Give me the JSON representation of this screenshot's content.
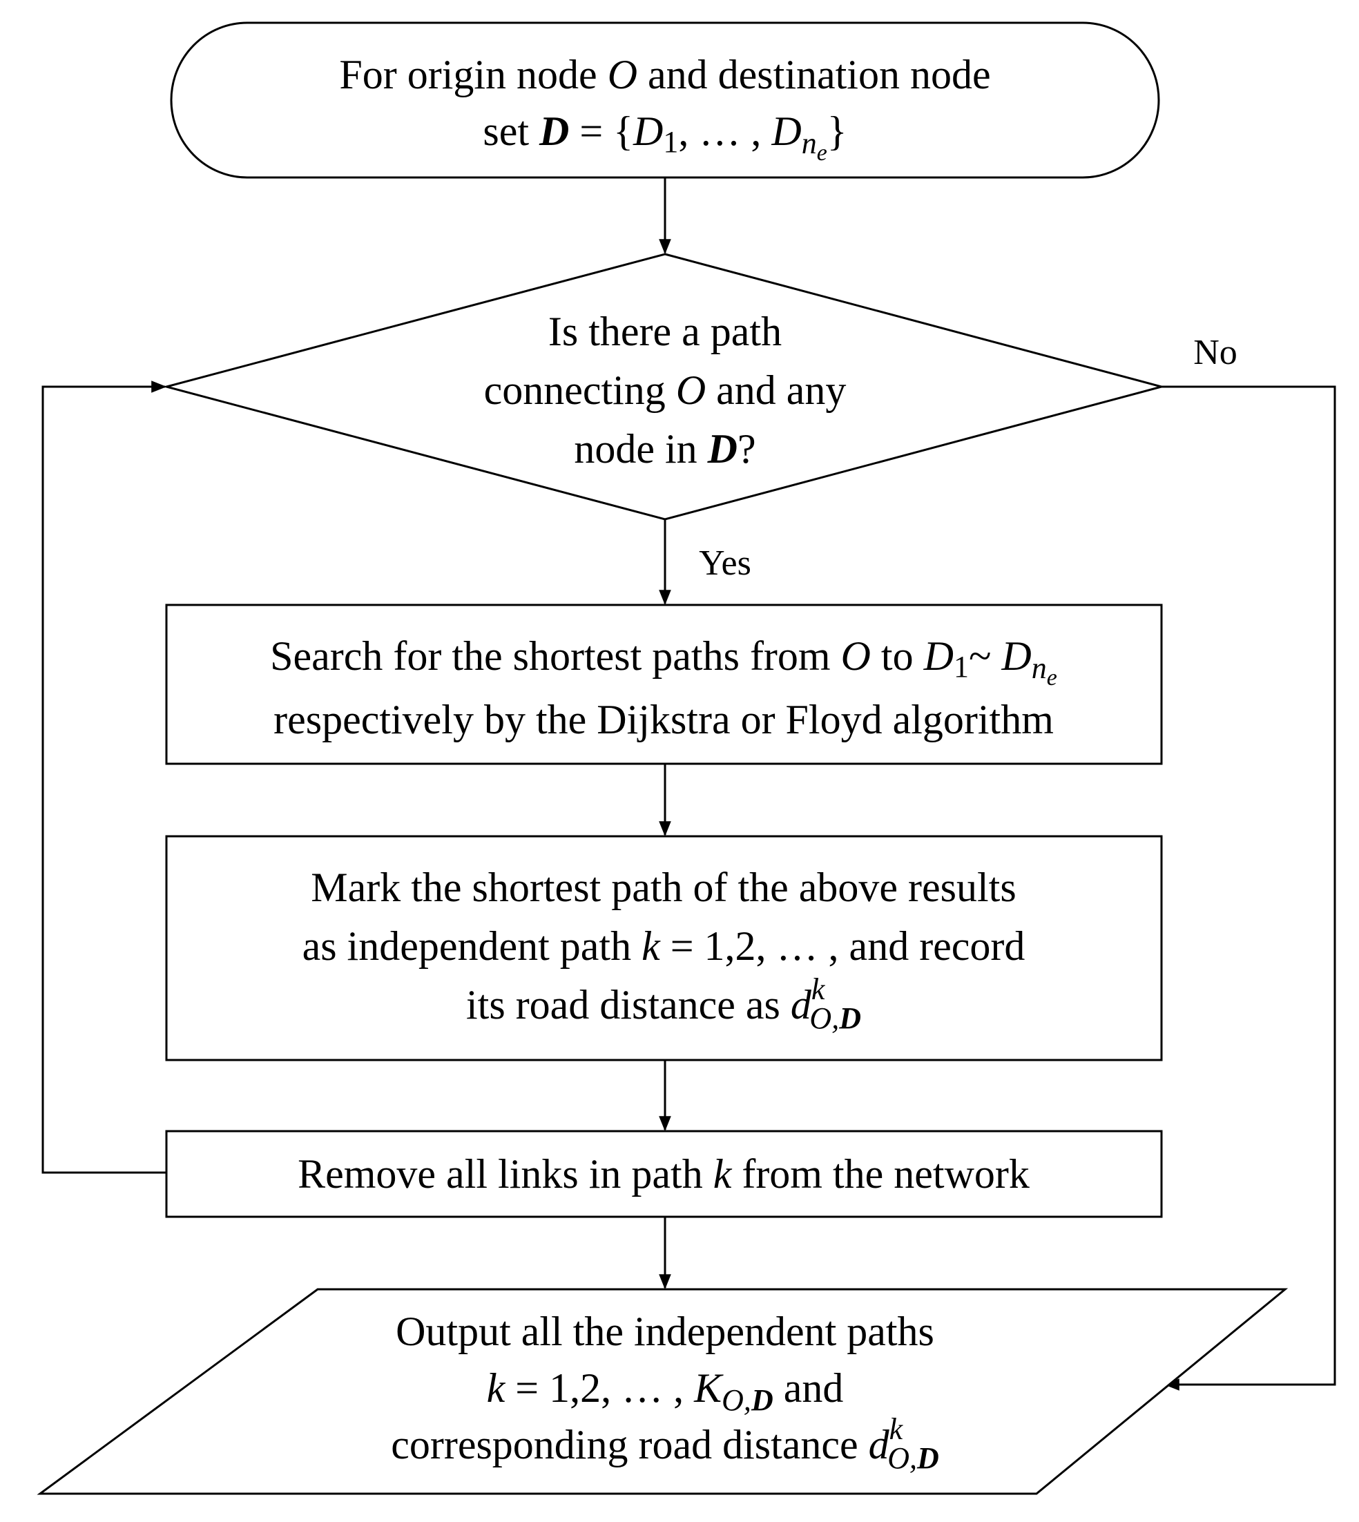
{
  "flowchart": {
    "start": {
      "line1": {
        "pre": "For origin node ",
        "var": "O",
        "post": " and destination node"
      },
      "line2": {
        "pre": "set ",
        "set_var": "D",
        "eq": " = {",
        "d": "D",
        "d1_sub": "1",
        "mid": ", … , ",
        "dn": "D",
        "dn_sub": "n",
        "dn_subsub": "e",
        "close": "}"
      }
    },
    "decision": {
      "line1": "Is there a path",
      "line2": {
        "pre": "connecting ",
        "var": "O",
        "post": " and any"
      },
      "line3": {
        "pre": "node in ",
        "var": "D",
        "post": "?"
      },
      "yes_label": "Yes",
      "no_label": "No"
    },
    "search": {
      "line1": {
        "pre": "Search for the shortest paths from ",
        "var": "O",
        "mid": " to ",
        "d1": "D",
        "d1_sub": "1",
        "tilde": "~ ",
        "dn": "D",
        "dn_sub": "n",
        "dn_subsub": "e"
      },
      "line2": "respectively by the Dijkstra or Floyd algorithm"
    },
    "mark": {
      "line1": "Mark the shortest path of the above results",
      "line2": {
        "pre": "as independent path ",
        "var": "k",
        "post": " = 1,2, … , and record"
      },
      "line3": {
        "pre": "its road distance as ",
        "d": "d",
        "sup": "k",
        "sub_o": "O,",
        "sub_d": "D"
      }
    },
    "remove": {
      "line1": {
        "pre": "Remove all links in path ",
        "var": "k",
        "post": " from the network"
      }
    },
    "output": {
      "line1": "Output all the independent paths",
      "line2": {
        "var": "k",
        "mid": " = 1,2, … , ",
        "K": "K",
        "sub_o": "O,",
        "sub_d": "D",
        "post": " and"
      },
      "line3": {
        "pre": "corresponding road distance ",
        "d": "d",
        "sup": "k",
        "sub_o": "O,",
        "sub_d": "D"
      }
    }
  }
}
